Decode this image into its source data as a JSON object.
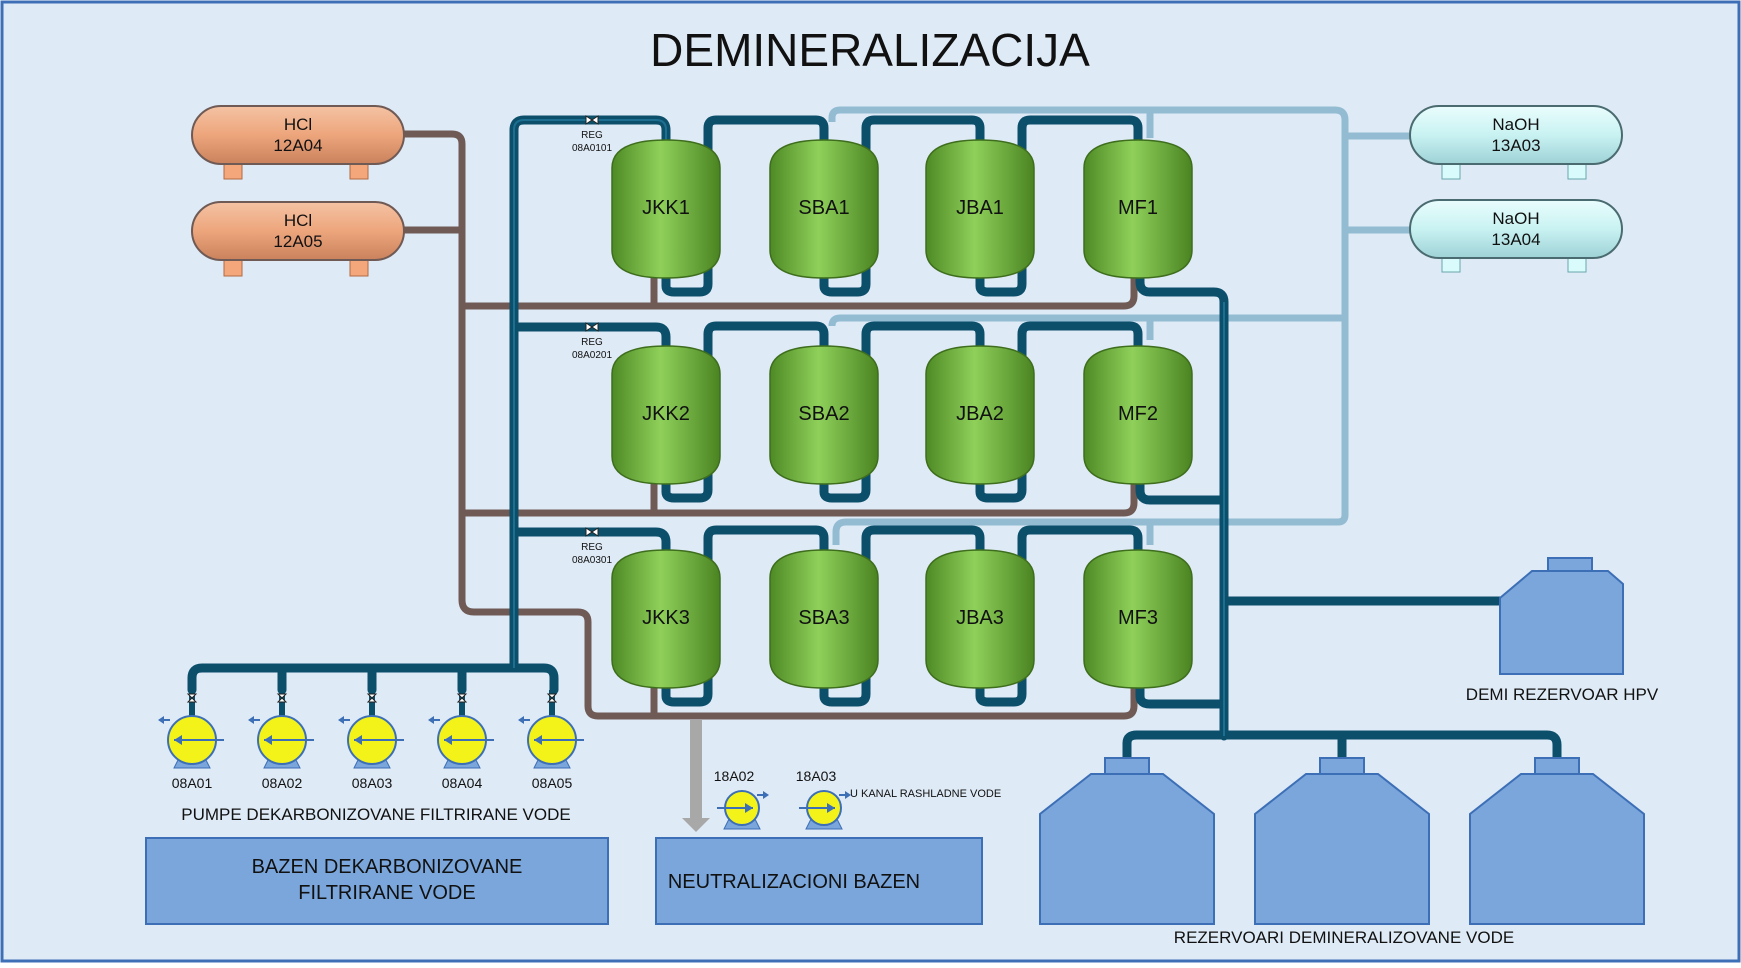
{
  "title": "DEMINERALIZACIJA",
  "colors": {
    "background": "#deeaf6",
    "border": "#3d6fb6",
    "main_pipe": "#0c4f6b",
    "main_pipe_light": "#2a8ab0",
    "acid_pipe": "#6f5a55",
    "base_pipe": "#93bcd3",
    "vessel_green": "#7fc24a",
    "acid_tank": "#eda57c",
    "base_tank": "#c9f2f2",
    "pump_yellow": "#f3f31a",
    "tank_blue": "#7aa6db",
    "drain_grey": "#a8a8a8"
  },
  "acid_tanks": [
    {
      "name": "HCl",
      "code": "12A04"
    },
    {
      "name": "HCl",
      "code": "12A05"
    }
  ],
  "base_tanks": [
    {
      "name": "NaOH",
      "code": "13A03"
    },
    {
      "name": "NaOH",
      "code": "13A04"
    }
  ],
  "regen_valves": [
    {
      "label": "REG",
      "code": "08A0101"
    },
    {
      "label": "REG",
      "code": "08A0201"
    },
    {
      "label": "REG",
      "code": "08A0301"
    }
  ],
  "vessel_rows": [
    [
      "JKK1",
      "SBA1",
      "JBA1",
      "MF1"
    ],
    [
      "JKK2",
      "SBA2",
      "JBA2",
      "MF2"
    ],
    [
      "JKK3",
      "SBA3",
      "JBA3",
      "MF3"
    ]
  ],
  "pumps": [
    "08A01",
    "08A02",
    "08A03",
    "08A04",
    "08A05"
  ],
  "pumps_caption": "PUMPE DEKARBONIZOVANE FILTRIRANE VODE",
  "basin_filtered": [
    "BAZEN DEKARBONIZOVANE",
    "FILTRIRANE VODE"
  ],
  "neutral_pumps": [
    "18A02",
    "18A03"
  ],
  "neutral_note": "U KANAL RASHLADNE VODE",
  "basin_neutral": "NEUTRALIZACIONI BAZEN",
  "demi_hpv": "DEMI REZERVOAR HPV",
  "demi_tanks_caption": "REZERVOARI DEMINERALIZOVANE VODE"
}
